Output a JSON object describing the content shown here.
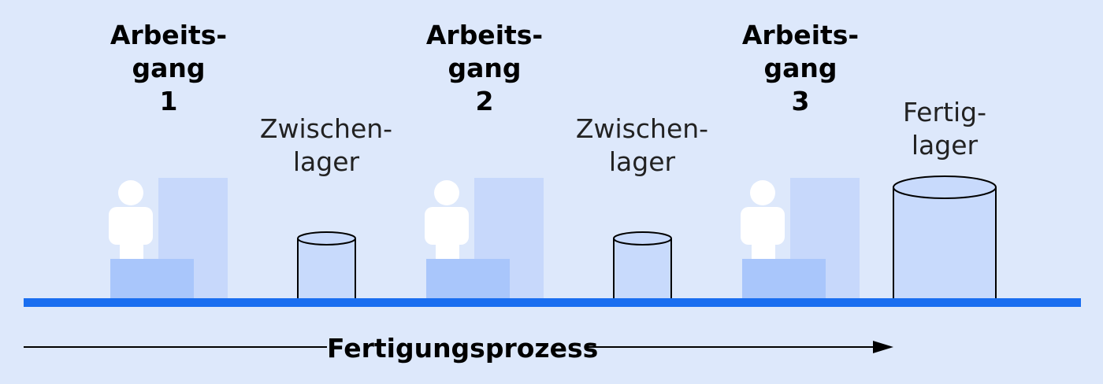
{
  "stations": [
    {
      "label": "Arbeits-\ngang\n1"
    },
    {
      "label": "Arbeits-\ngang\n2"
    },
    {
      "label": "Arbeits-\ngang\n3"
    }
  ],
  "stores": [
    {
      "label": "Zwischen-\nlager"
    },
    {
      "label": "Zwischen-\nlager"
    },
    {
      "label": "Fertig-\nlager"
    }
  ],
  "process": {
    "label": "Fertigungsprozess"
  },
  "colors": {
    "background": "#dde8fb",
    "conveyor": "#1a6ef0",
    "panel": "#c7d8fb",
    "bench": "#a9c6fb",
    "person": "#ffffff",
    "cylinder": "#c8dafc"
  }
}
